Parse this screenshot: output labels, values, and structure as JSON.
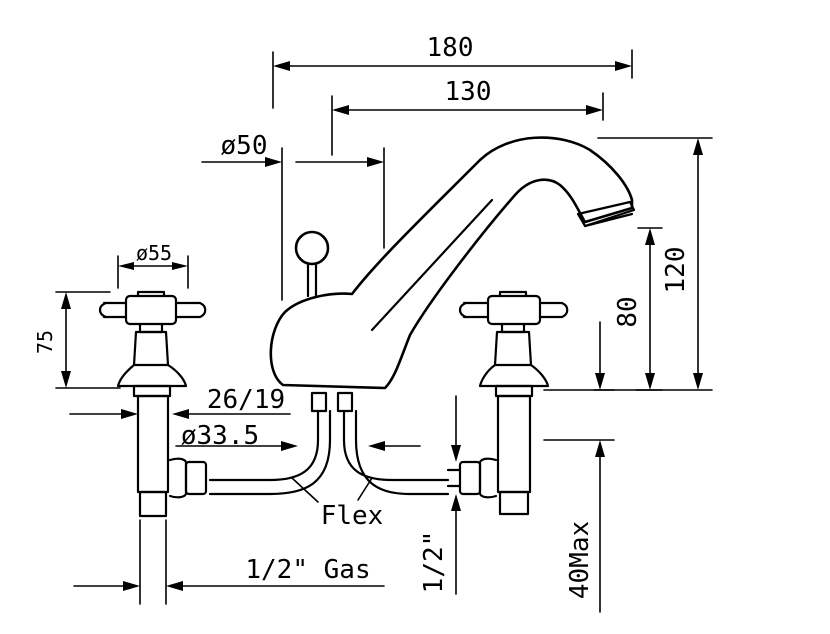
{
  "dimensions": {
    "overall_width": "180",
    "spout_reach": "130",
    "body_diameter": "ø50",
    "handle_diameter": "ø55",
    "handle_height": "75",
    "spout_height": "120",
    "outlet_height": "80",
    "hose_size": "26/19",
    "shank_diameter": "ø33.5",
    "hose_label": "Flex",
    "connection_thread": "1/2\" Gas",
    "connection_vertical": "1/2\"",
    "deck_thickness": "40Max"
  }
}
